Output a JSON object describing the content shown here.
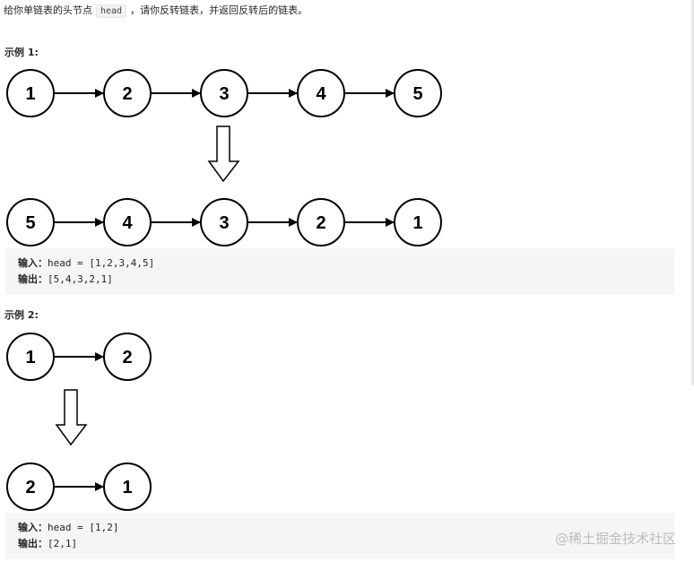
{
  "intro": {
    "before": "给你单链表的头节点",
    "code": "head",
    "after": "，请你反转链表，并返回反转后的链表。"
  },
  "example1": {
    "label": "示例 1:",
    "input_label": "输入：",
    "input_value": "head = [1,2,3,4,5]",
    "output_label": "输出：",
    "output_value": "[5,4,3,2,1]",
    "before": [
      "1",
      "2",
      "3",
      "4",
      "5"
    ],
    "after": [
      "5",
      "4",
      "3",
      "2",
      "1"
    ]
  },
  "example2": {
    "label": "示例 2:",
    "input_label": "输入：",
    "input_value": "head = [1,2]",
    "output_label": "输出：",
    "output_value": "[2,1]",
    "before": [
      "1",
      "2"
    ],
    "after": [
      "2",
      "1"
    ]
  },
  "watermark": "@稀土掘金技术社区",
  "icons": {
    "down_arrow": "hollow-down-arrow-icon",
    "edge_arrow": "arrow-right-icon"
  }
}
